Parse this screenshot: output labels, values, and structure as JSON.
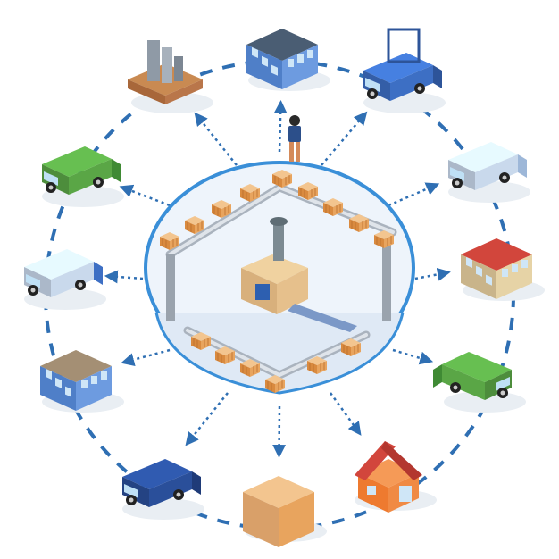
{
  "diagram": {
    "nodes": [
      {
        "id": "factory",
        "icon": "factory-building-icon"
      },
      {
        "id": "office",
        "icon": "office-building-icon"
      },
      {
        "id": "forklift",
        "icon": "forklift-icon"
      },
      {
        "id": "delivery-truck",
        "icon": "box-truck-icon"
      },
      {
        "id": "shop",
        "icon": "shop-kiosk-icon"
      },
      {
        "id": "green-van-right",
        "icon": "green-van-icon"
      },
      {
        "id": "house",
        "icon": "house-icon"
      },
      {
        "id": "parcel",
        "icon": "parcel-box-icon"
      },
      {
        "id": "pickup-truck",
        "icon": "pickup-truck-icon"
      },
      {
        "id": "warehouse",
        "icon": "warehouse-icon"
      },
      {
        "id": "blue-truck",
        "icon": "blue-truck-icon"
      },
      {
        "id": "green-van-left",
        "icon": "green-van-icon"
      }
    ],
    "hub": {
      "icon": "conveyor-hub-icon",
      "worker_icon": "worker-icon",
      "box_icon": "cardboard-box-icon"
    },
    "connector_style": "dotted-arrow",
    "ring_style": "dashed-circle"
  },
  "colors": {
    "ring": "#2f6fb3",
    "hub_border": "#3a8fd8",
    "box_orange": "#e8a45e",
    "box_top": "#f3c58f",
    "truck_blue": "#3d6fc4",
    "van_green": "#5aa646",
    "roof_red": "#d2463c",
    "house_orange": "#ee7a2f"
  }
}
